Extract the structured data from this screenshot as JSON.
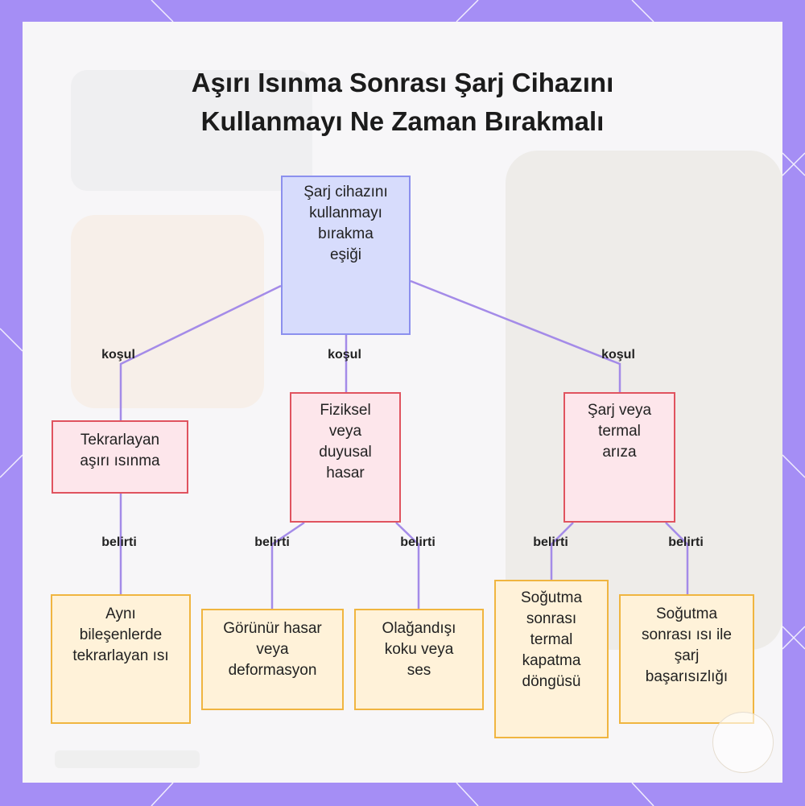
{
  "title": {
    "line1": "Aşırı Isınma Sonrası Şarj Cihazını",
    "line2": "Kullanmayı Ne Zaman Bırakmalı"
  },
  "nodes": {
    "root": "Şarj cihazını kullanmayı bırakma eşiği",
    "cond_overheating": "Tekrarlayan aşırı ısınma",
    "cond_damage": "Fiziksel veya duyusal hasar",
    "cond_failure": "Şarj veya termal arıza",
    "sym_repeated_heat": "Aynı bileşenlerde tekrarlayan ısı",
    "sym_visible_damage": "Görünür hasar veya deformasyon",
    "sym_odd_smell": "Olağandışı koku veya ses",
    "sym_shutdown_cycle": "Soğutma sonrası termal kapatma döngüsü",
    "sym_charge_fail": "Soğutma sonrası ısı ile şarj başarısızlığı"
  },
  "edge_labels": {
    "condition": "koşul",
    "symptom": "belirti"
  },
  "colors": {
    "frame": "#a58ef5",
    "edge": "#a48be8",
    "root_fill": "#d7dcfc",
    "root_border": "#8c90ee",
    "condition_fill": "#fde6eb",
    "condition_border": "#e0535f",
    "symptom_fill": "#fff2d9",
    "symptom_border": "#f0b540"
  }
}
